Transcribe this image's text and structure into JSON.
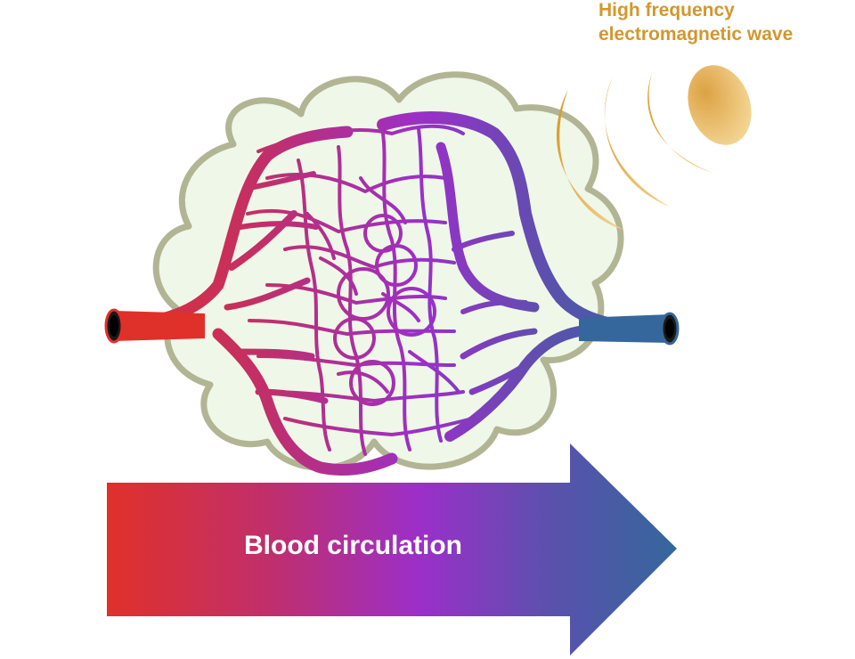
{
  "wave_label": {
    "line1": "High frequency",
    "line2": "electromagnetic wave"
  },
  "arrow_label": "Blood circulation",
  "colors": {
    "arterial": "#e0302a",
    "capillary": "#9b2fc9",
    "venous": "#35679c",
    "tissue_fill": "#eff7e9",
    "tissue_outline": "#b1b593",
    "wave": "#dc9e2e",
    "label_text": "#d4972b"
  }
}
